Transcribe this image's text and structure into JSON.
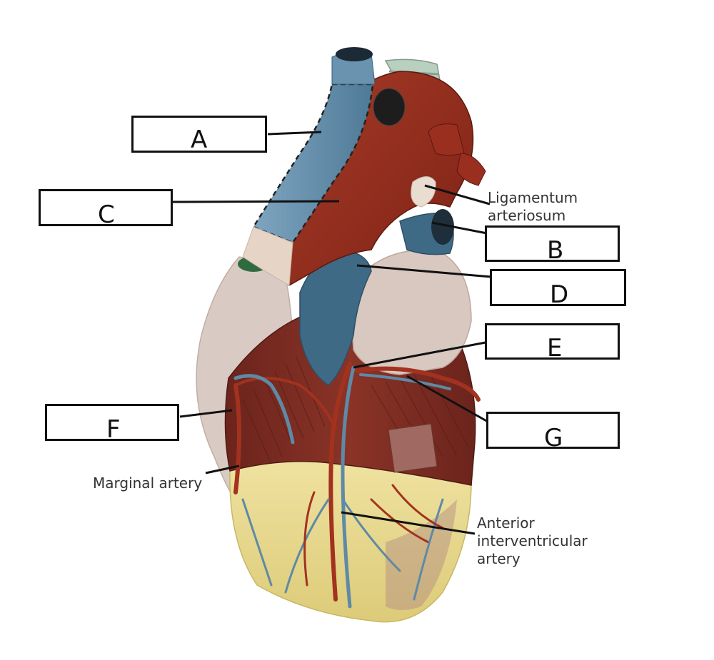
{
  "boxes": {
    "A": "A",
    "B": "B",
    "C": "C",
    "D": "D",
    "E": "E",
    "F": "F",
    "G": "G"
  },
  "labels": {
    "ligamentum": [
      "Ligamentum",
      "arteriosum"
    ],
    "marginal": "Marginal artery",
    "anterior": [
      "Anterior",
      "interventricular",
      "artery"
    ]
  },
  "colors": {
    "aorta": "#8f2a1c",
    "vein_blue": "#5e8aa6",
    "pulmonary_trunk": "#3f6a86",
    "atrium": "#d8c7bf",
    "muscle": "#7a2d24",
    "fat": "#e9d98a"
  }
}
